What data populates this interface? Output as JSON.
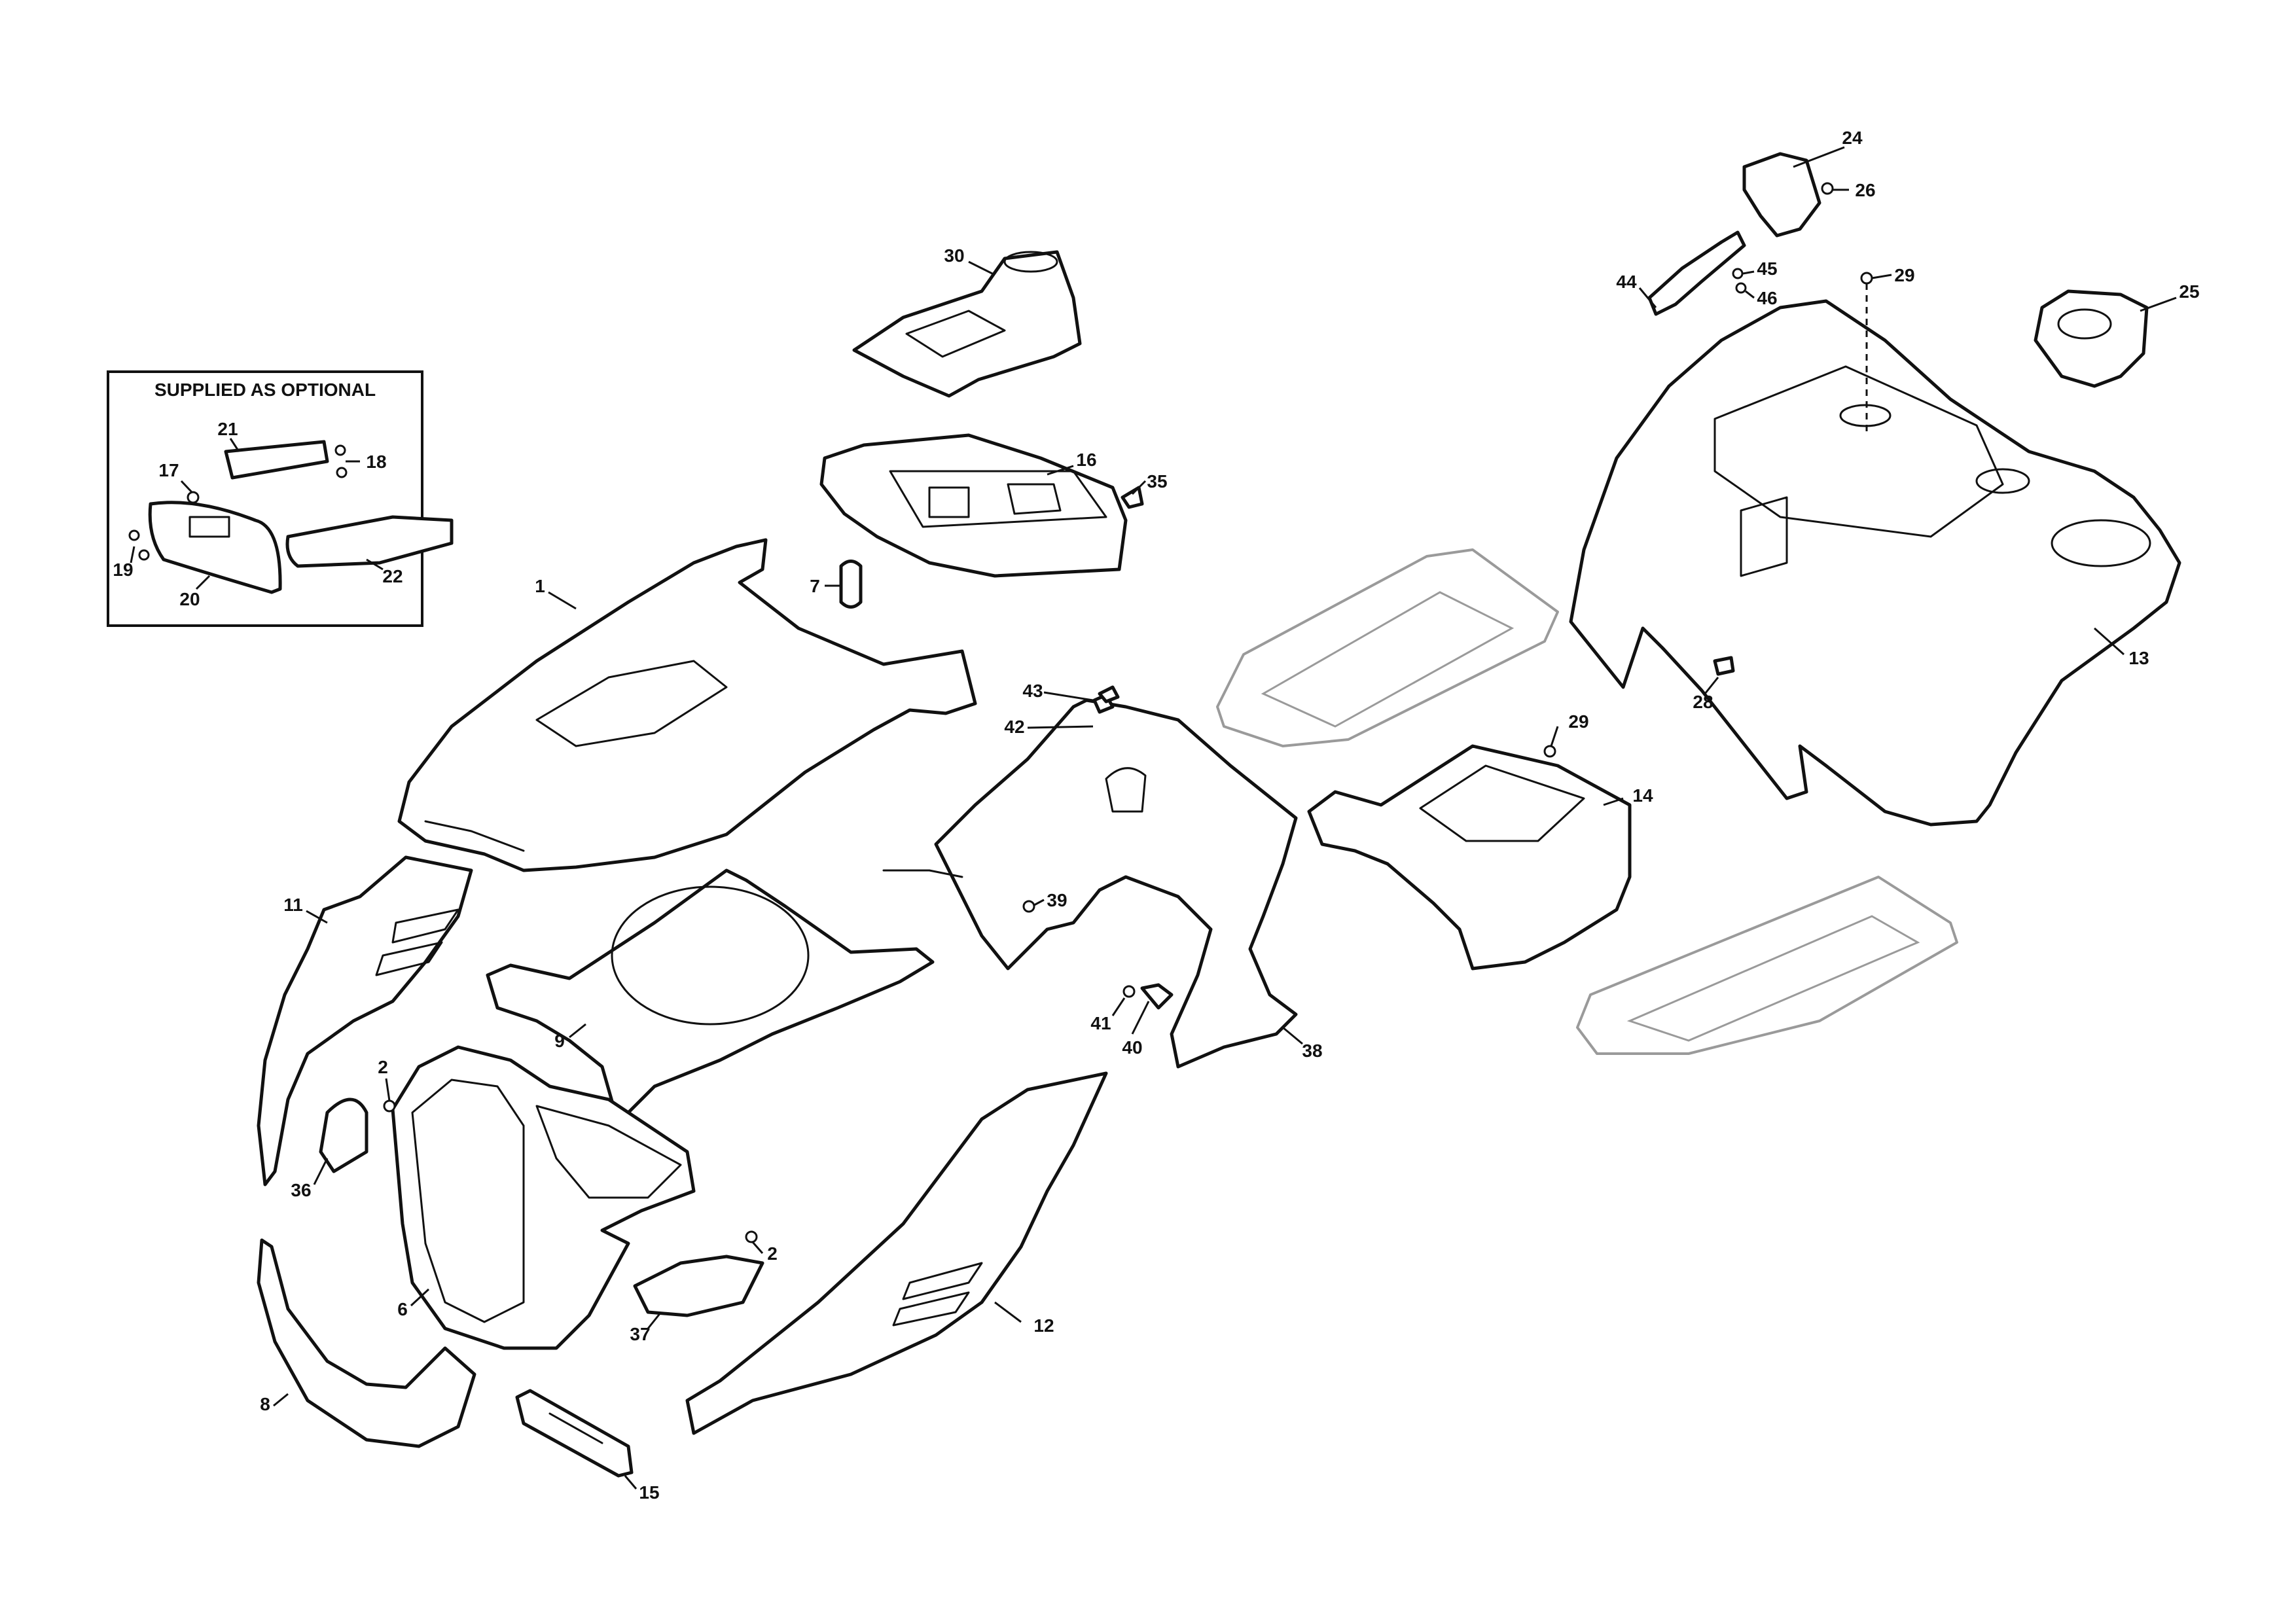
{
  "optional_box": {
    "title": "SUPPLIED AS OPTIONAL"
  },
  "callouts": [
    "1",
    "2",
    "2",
    "6",
    "7",
    "8",
    "9",
    "11",
    "12",
    "13",
    "14",
    "15",
    "16",
    "17",
    "18",
    "19",
    "20",
    "21",
    "22",
    "24",
    "25",
    "26",
    "28",
    "29",
    "29",
    "30",
    "35",
    "36",
    "37",
    "38",
    "39",
    "40",
    "41",
    "42",
    "43",
    "44",
    "45",
    "46"
  ]
}
